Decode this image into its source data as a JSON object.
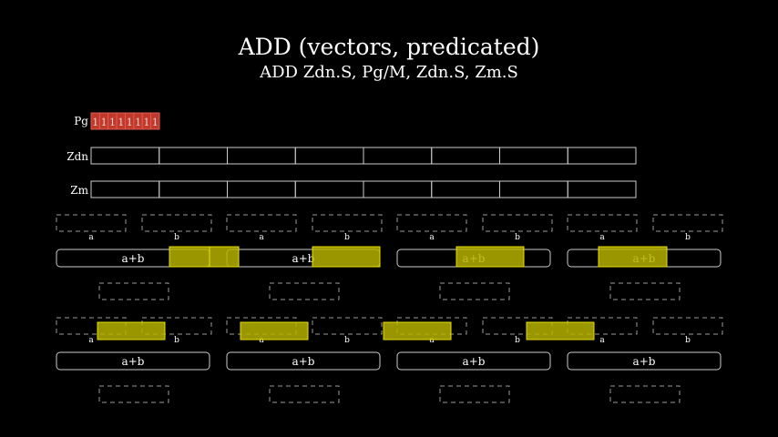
{
  "title": "ADD (vectors, predicated)",
  "subtitle": "ADD Zdn.S, Pg/M, Zdn.S, Zm.S",
  "registers": {
    "pg": {
      "label": "Pg",
      "bits": [
        "1",
        "1",
        "1",
        "1",
        "1",
        "1",
        "1",
        "1"
      ]
    },
    "zdn": {
      "label": "Zdn",
      "lanes": 8
    },
    "zm": {
      "label": "Zm",
      "lanes": 8
    }
  },
  "operand_labels": {
    "a": "a",
    "b": "b"
  },
  "op_label": "a+b",
  "colors": {
    "background": "#000000",
    "text": "#ffffff",
    "predicate_fill": "#c0392b",
    "predicate_stroke": "#e05a4f",
    "highlight_fill": "#b5b000",
    "highlight_stroke": "#e6e000",
    "box_stroke": "#cccccc",
    "dashed_stroke": "#9a9a9a"
  }
}
